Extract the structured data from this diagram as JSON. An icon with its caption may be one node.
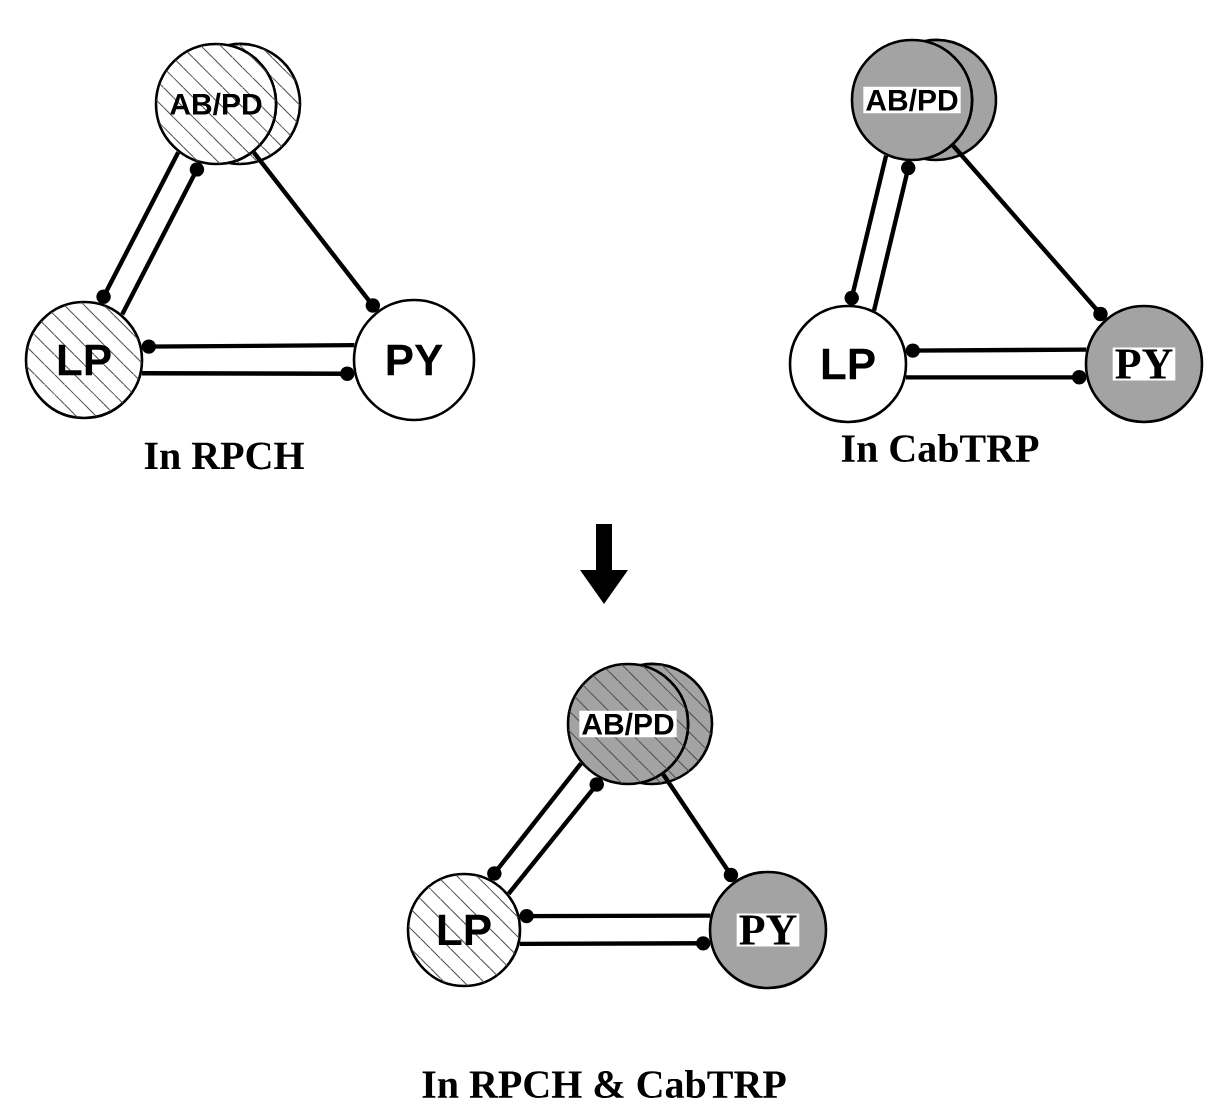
{
  "diagram": {
    "nodes": [
      {
        "text": [
          "AB/PD"
        ]
      },
      {
        "text": [
          "LP"
        ]
      },
      {
        "text": [
          "PY"
        ]
      },
      {
        "text": [
          "AB/PD"
        ]
      },
      {
        "text": [
          "LP"
        ]
      },
      {
        "text": [
          "PY"
        ]
      },
      {
        "text": [
          "AB/PD"
        ]
      },
      {
        "text": [
          "LP"
        ]
      },
      {
        "text": [
          "PY"
        ]
      }
    ],
    "edges": [
      {
        "from": 0,
        "to": 1,
        "arrow": "other"
      },
      {
        "from": 1,
        "to": 0,
        "arrow": "other"
      },
      {
        "from": 0,
        "to": 2,
        "arrow": "other"
      },
      {
        "from": 2,
        "to": 1,
        "arrow": "other"
      },
      {
        "from": 1,
        "to": 2,
        "arrow": "other"
      },
      {
        "from": 3,
        "to": 4,
        "arrow": "other"
      },
      {
        "from": 4,
        "to": 3,
        "arrow": "other"
      },
      {
        "from": 3,
        "to": 5,
        "arrow": "other"
      },
      {
        "from": 5,
        "to": 4,
        "arrow": "other"
      },
      {
        "from": 4,
        "to": 5,
        "arrow": "other"
      },
      {
        "from": 6,
        "to": 7,
        "arrow": "other"
      },
      {
        "from": 7,
        "to": 6,
        "arrow": "other"
      },
      {
        "from": 6,
        "to": 8,
        "arrow": "other"
      },
      {
        "from": 8,
        "to": 7,
        "arrow": "other"
      },
      {
        "from": 7,
        "to": 8,
        "arrow": "other"
      }
    ],
    "labels": [
      "In RPCH",
      "In CabTRP",
      "In RPCH & CabTRP"
    ]
  }
}
